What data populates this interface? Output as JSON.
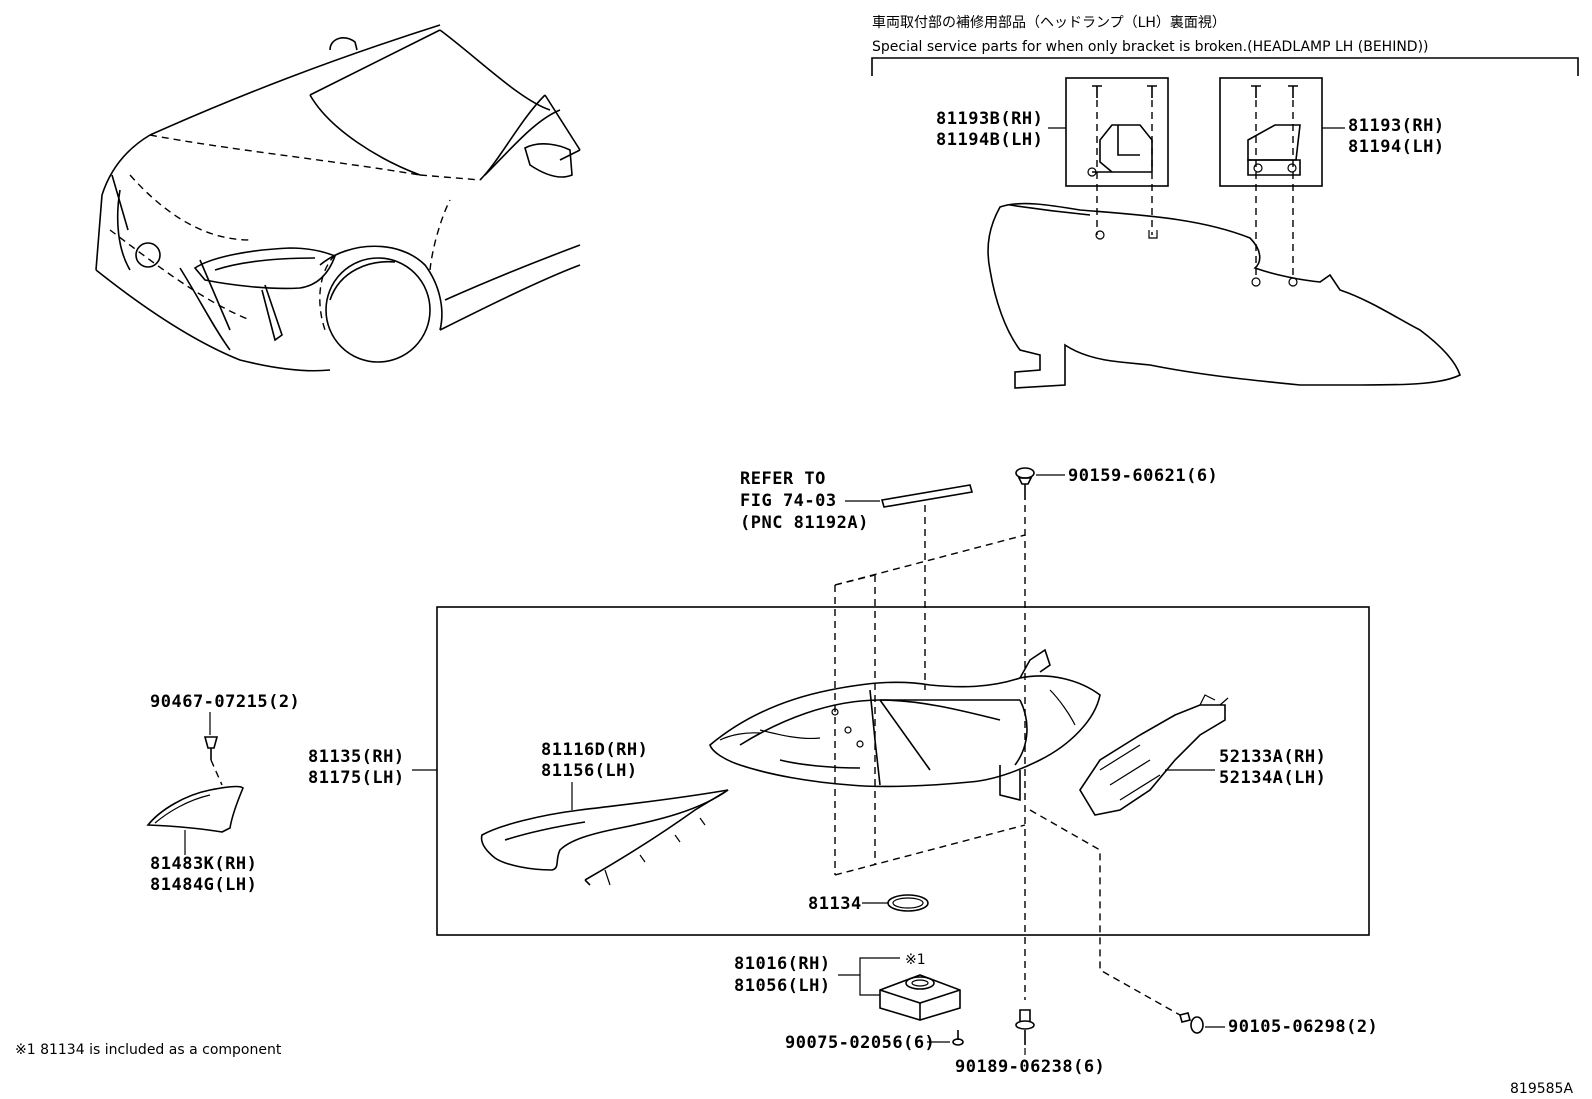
{
  "header": {
    "japanese_title": "車両取付部の補修用部品（ヘッドランプ（LH）裏面視）",
    "english_title": "Special service parts for when only bracket is broken.(HEADLAMP LH (BEHIND))"
  },
  "parts": {
    "bracket_b_rh": "81193B(RH)",
    "bracket_b_lh": "81194B(LH)",
    "bracket_rh": "81193(RH)",
    "bracket_lh": "81194(LH)",
    "refer_line1": "REFER TO",
    "refer_line2": "FIG 74-03",
    "refer_line3": "(PNC 81192A)",
    "screw_top": "90159-60621(6)",
    "clip": "90467-07215(2)",
    "headlamp_rh": "81135(RH)",
    "headlamp_lh": "81175(LH)",
    "garnish_rh": "81116D(RH)",
    "garnish_lh": "81156(LH)",
    "bracket_side_rh": "52133A(RH)",
    "bracket_side_lh": "52134A(LH)",
    "moulding_rh": "81483K(RH)",
    "moulding_lh": "81484G(LH)",
    "gasket": "81134",
    "computer_rh": "81016(RH)",
    "computer_lh": "81056(LH)",
    "note_mark": "※1",
    "screw_computer": "90075-02056(6)",
    "screw_bottom": "90189-06238(6)",
    "screw_side": "90105-06298(2)"
  },
  "footnote": "※1 81134 is included as a component",
  "figure_id": "819585A"
}
